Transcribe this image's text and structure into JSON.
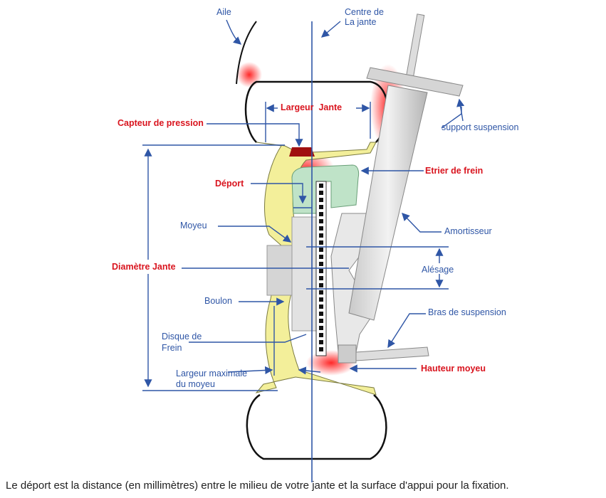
{
  "diagram": {
    "labels": {
      "aile": "Aile",
      "centre_line1": "Centre de",
      "centre_line2": "La jante",
      "largeur_jante": "Largeur  Jante",
      "support_suspension": "support suspension",
      "capteur_pression": "Capteur de pression",
      "etrier_frein": "Etrier de frein",
      "deport": "Déport",
      "moyeu": "Moyeu",
      "amortisseur": "Amortisseur",
      "diametre_jante": "Diamètre Jante",
      "alesage": "Alésage",
      "boulon": "Boulon",
      "bras_suspension": "Bras de suspension",
      "disque_line1": "Disque de",
      "disque_line2": "Frein",
      "hauteur_moyeu": "Hauteur moyeu",
      "largeur_max_line1": "Largeur maximale",
      "largeur_max_line2": "du moyeu"
    },
    "colors": {
      "blue": "#2f56a6",
      "red": "#d9141e",
      "rim": "#f3ef9a",
      "caliper": "#bfe3c8"
    }
  },
  "caption": "Le déport est la distance (en millimètres) entre le milieu de votre jante et la surface d'appui pour la fixation."
}
